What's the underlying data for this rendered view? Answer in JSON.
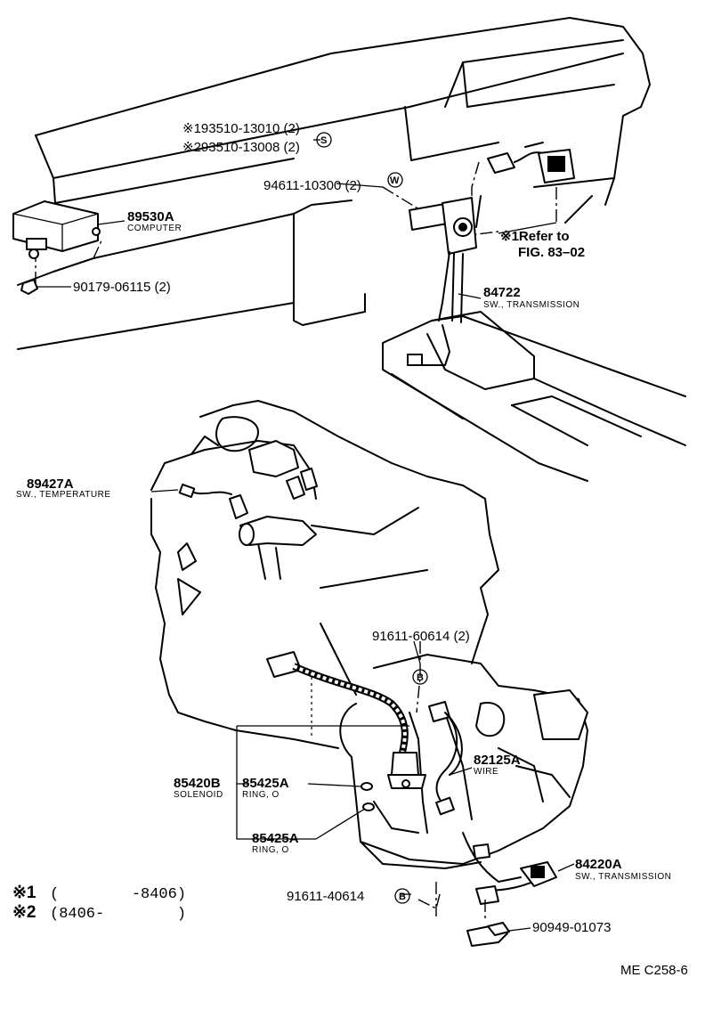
{
  "header_parts": {
    "p1": "※193510-13010 (2)",
    "p2": "※293510-13008 (2)",
    "p2_mark": "S"
  },
  "grommet": {
    "number": "94611-10300 (2)",
    "mark": "W"
  },
  "computer": {
    "number": "89530A",
    "name": "COMPUTER"
  },
  "nut": {
    "number": "90179-06115 (2)"
  },
  "refer": {
    "line1": "※1Refer to",
    "line2": "FIG. 83–02"
  },
  "trans_sw_upper": {
    "number": "84722",
    "name": "SW., TRANSMISSION"
  },
  "temp_sw": {
    "number": "89427A",
    "name": "SW., TEMPERATURE"
  },
  "bolt_upper": {
    "number": "91611-60614 (2)",
    "mark": "B"
  },
  "wire": {
    "number": "82125A",
    "name": "WIRE"
  },
  "solenoid": {
    "number": "85420B",
    "name": "SOLENOID"
  },
  "ring_o_1": {
    "number": "85425A",
    "name": "RING, O"
  },
  "ring_o_2": {
    "number": "85425A",
    "name": "RING, O"
  },
  "trans_sw_lower": {
    "number": "84220A",
    "name": "SW., TRANSMISSION"
  },
  "bolt_lower": {
    "number": "91611-40614",
    "mark": "B"
  },
  "clamp": {
    "number": "90949-01073"
  },
  "legend": {
    "row1_mark": "※1",
    "row1_range": "(        -8406)",
    "row2_mark": "※2",
    "row2_range": "(8406-        )"
  },
  "figure_code": "ME C258-6"
}
